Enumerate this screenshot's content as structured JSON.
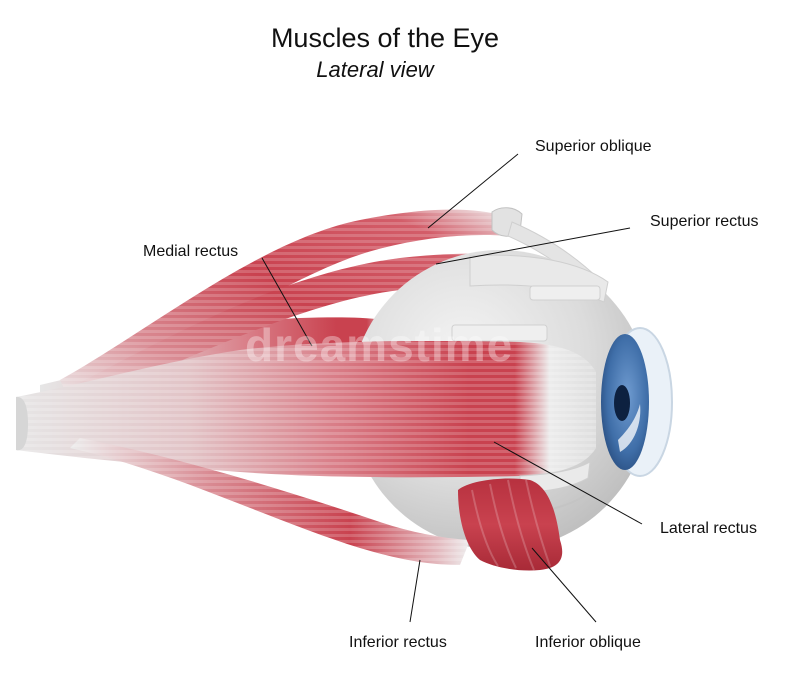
{
  "title": "Muscles of the Eye",
  "subtitle": "Lateral view",
  "labels": {
    "superior_oblique": "Superior oblique",
    "superior_rectus": "Superior rectus",
    "medial_rectus": "Medial rectus",
    "lateral_rectus": "Lateral rectus",
    "inferior_rectus": "Inferior rectus",
    "inferior_oblique": "Inferior oblique"
  },
  "watermark": "dreamstime",
  "colors": {
    "muscle": "#c9424f",
    "tendon": "#e4e4e4",
    "sclera": "#d9d9d9",
    "iris": "#3f6ea8",
    "pupil": "#0d2140",
    "leader_line": "#111111"
  }
}
